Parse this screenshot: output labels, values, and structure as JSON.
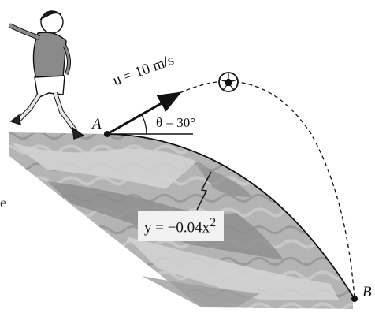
{
  "labels": {
    "velocity": "u = 10 m/s",
    "angle": "θ = 30°",
    "point_a": "A",
    "point_b": "B",
    "equation": "y = −0.04x",
    "equation_exponent": "2",
    "margin_mark": "e"
  },
  "colors": {
    "hill_dark": "#8c8c8c",
    "hill_mid": "#b4b4b4",
    "hill_light": "#d2d2d2",
    "ink": "#111111"
  },
  "icons": {
    "player": "soccer-player-illustration",
    "ball": "soccer-ball-icon"
  }
}
